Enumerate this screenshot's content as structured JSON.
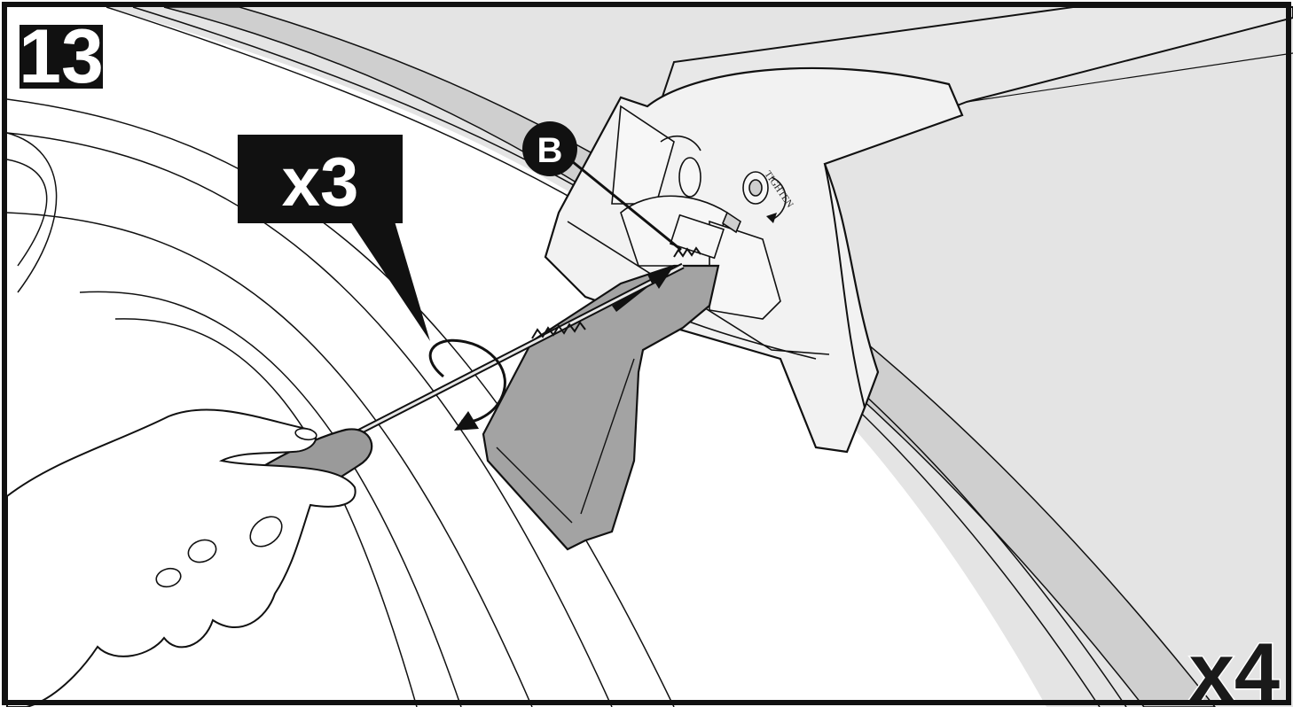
{
  "step": {
    "number": "13"
  },
  "quantity_callout": "x3",
  "repeat_callout": "x4",
  "part_callout": "B",
  "foot_label": "TIGHTEN",
  "colors": {
    "roof_panel": "#e4e4e4",
    "rail_stripe": "#cfcfcf",
    "tool_grey": "#9a9a9a",
    "key_grey": "#a3a3a3",
    "outline": "#111111",
    "label_bg": "#111111"
  }
}
